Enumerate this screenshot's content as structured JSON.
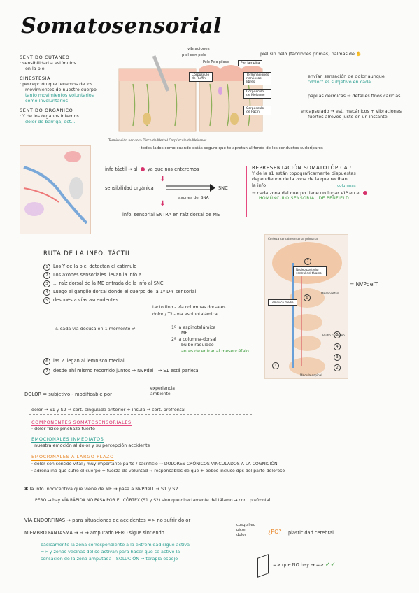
{
  "title": "Somatosensorial",
  "sentidos": {
    "cutaneo_head": "SENTIDO CUTÁNEO",
    "cutaneo_1": "· sensibilidad a estímulos",
    "cutaneo_2": "en la piel",
    "cinestesia_head": "CINESTESIA",
    "cinestesia_1": "· percepción que tenemos de los",
    "cinestesia_2": "movimientos de nuestro cuerpo",
    "cinestesia_3": "tanto movimientos voluntarios",
    "cinestesia_4": "como involuntarios",
    "organico_head": "SENTIDO ORGÁNICO",
    "organico_1": "· Y de los órganos internos",
    "organico_2": "dolor de barriga, ect..."
  },
  "skin_figure": {
    "label_vibraciones": "vibraciones",
    "label_piel_con_pelo": "piel con pelo",
    "label_pelo_piloso": "Pelo   Pelo piloso",
    "label_piel_lampina": "Piel lampiña",
    "label_corpusculo_ruffini": "Corpúsculo de Ruffini",
    "label_terminaciones": "Terminaciones nerviosas libres",
    "label_meissner": "Corpúsculo de Meissner",
    "label_pacini": "Corpúsculo de Pacini",
    "label_bottom": "Terminación nerviosa   Disco de Merkel   Corpúsculo de Meissner"
  },
  "skin_notes": {
    "piel_sin_pelo": "piel sin pelo (facciones primas) palmas de",
    "envian_1": "envían sensación de dolor aunque",
    "envian_2": "\"dolor\" es subjetivo en cada",
    "papilas": "papilas dérmicas → detalles finos caricias",
    "encapsulado_1": "encapsulado → est. mecánicos + vibraciones",
    "encapsulado_2": "fuertes alrevés justo en un instante",
    "todos_lados": "→ todos lados como cuando estás seguro que te apretan al fondo de los conductos sudoríparos"
  },
  "via_info": {
    "tactil": "info táctil → al",
    "tactil_2": "ya que nos enteremos",
    "sens_organica": "sensibilidad orgánica",
    "snc": "SNC",
    "axones": "axones del SNA",
    "info_sensorial": "info. sensorial ENTRA en raíz dorsal de ME"
  },
  "representacion": {
    "head": "REPRESENTACIÓN SOMATOTÓPICA :",
    "line1": "Y de la s1 están topográficamente dispuestas",
    "line2": "dependiendo de la zona de la que reciban",
    "line3": "la info",
    "columnas": "columnas",
    "line4": "→ cada zona del cuerpo tiene un lugar VIP en el",
    "line5": "HOMÚNCULO SENSORIAL DE PENFIELD"
  },
  "ruta": {
    "head": "RUTA DE LA INFO. TÁCTIL",
    "items": [
      {
        "n": "1",
        "t": "Los Y de la piel detectan el estímulo"
      },
      {
        "n": "2",
        "t": "Los axones sensoriales llevan la info a ..."
      },
      {
        "n": "3",
        "t": "... raíz dorsal de la ME entrada de la info al SNC"
      },
      {
        "n": "4",
        "t": "Luego al ganglio dorsal donde el cuerpo de la 1ª D-Y sensorial"
      },
      {
        "n": "5",
        "t": "después a vías ascendentes"
      }
    ],
    "tacto_fino": "tacto fino - vía columnas dorsales",
    "dolor_t": "dolor / Tº - vía espinotalámica",
    "cada_via": "cada vía decusa en 1 momento",
    "dec_1": "1º la espinotalámica",
    "dec_me": "ME",
    "dec_2": "2º la columna-dorsal",
    "dec_bulbo": "bulbo raquídeo",
    "dec_antes": "antes de entrar al mesencéfalo",
    "item6": "las 2 llegan al lemnisco medial",
    "item7": "desde ahí mismo recorrido juntos → NVPdelT → S1 está parietal",
    "n6": "6",
    "n7": "7"
  },
  "spinal_figure": {
    "nvp": "= NVPdelT",
    "cortex": "Corteza somatosensorial primaria",
    "label_talamo": "Núcleo posterior ventral del tálamo",
    "label_mesencefalo": "Mesencéfalo",
    "label_lemnisco": "Lemnisco medial",
    "label_bulbo": "Bulbo raquídeo",
    "label_medula": "Médula espinal",
    "c1": "1",
    "c2": "2",
    "c3": "3",
    "c4": "4",
    "c5": "5",
    "c6": "6",
    "c7": "7"
  },
  "dolor": {
    "line1": "DOLOR = subjetivo - modificable por",
    "experiencia": "experiencia",
    "ambiente": "ambiente",
    "line2": "dolor → S1 y S2 → cort. cingulada anterior + ínsula → cort. prefrontal",
    "comp_head": "COMPONENTES SOMATOSENSORIALES",
    "comp_1": "· dolor físico pinchazo fuerte",
    "emo_head": "EMOCIONALES INMEDIATOS",
    "emo_1": "· nuestra emoción al dolor y su percepción accidente",
    "largo_head": "EMOCIONALES A LARGO PLAZO",
    "largo_1": "· dolor con sentido vital / muy importante parto / sacrificio → DOLORES CRÓNICOS VINCULADOS A LA COGNICIÓN",
    "largo_2": "· adrenalina que sufre el cuerpo + fuerza de voluntad → responsables de que + bebés incluso dps del parto doloroso"
  },
  "nociceptiva": {
    "line1": "la info. nociceptiva que viene de ME → pasa a NVPdelT → S1 y S2",
    "pero": "PERO → hay VÍA RÁPIDA NO PASA POR EL CÓRTEX (S1 y S2) sino que directamente del tálamo → cort. prefrontal"
  },
  "endorfinas": {
    "line1": "VÍA ENDORFINAS → para situaciones de accidentes => no sufrir dolor",
    "fantasma": "MIEMBRO FANTASMA → → → amputado PERO sigue sintiendo",
    "cosquilleo": "cosquilleo",
    "picor": "picor",
    "dolor": "dolor",
    "porque": "¿PQ?",
    "plasticidad": "plasticidad cerebral",
    "bas_1": "básicamente la zona correspondiente a la extremidad sigue activa",
    "bas_2": "=> y zonas vecinas del se activan para hacer que se active la",
    "bas_3": "sensación de la zona amputada - SOLUCIÓN → terapia espejo",
    "final": "=> que NO hay → =>"
  }
}
